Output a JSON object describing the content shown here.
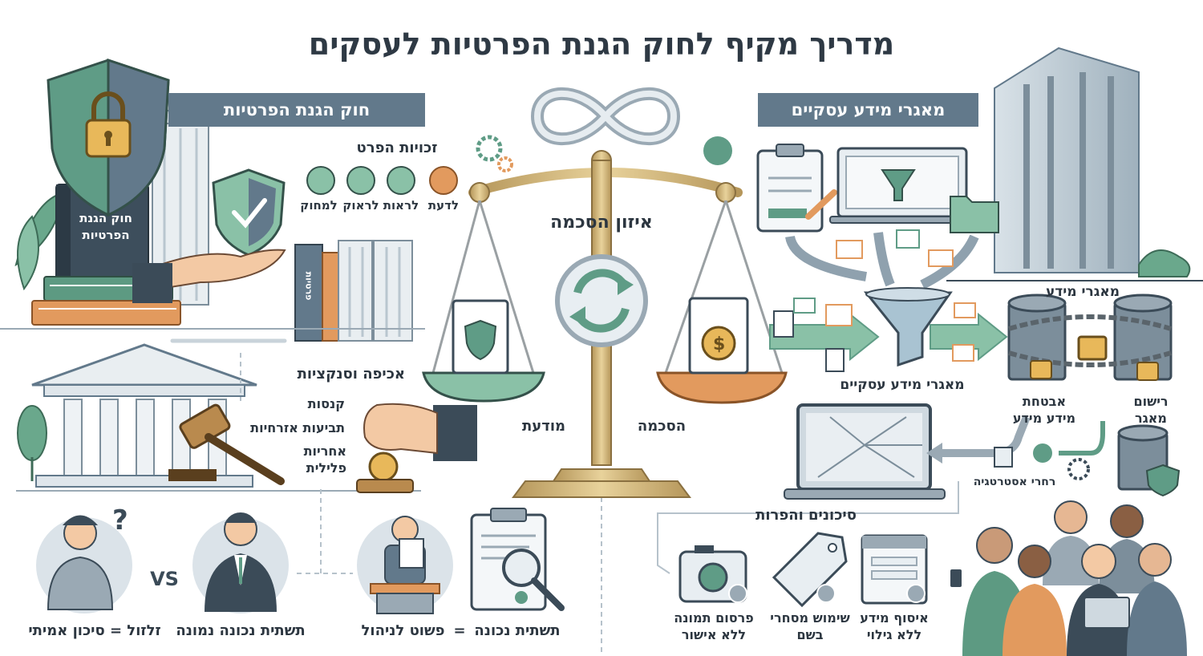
{
  "title": "מדריך מקיף לחוק הגנת הפרטיות לעסקים",
  "privacy_law": {
    "banner": "חוק הגנת הפרטיות",
    "book_label": "חוק הגנת הפרטיות",
    "spine_label": "פרטיות",
    "rights_title": "זכויות הפרט",
    "rights": [
      {
        "label": "לדעת",
        "icon": "hand-icon"
      },
      {
        "label": "לראות",
        "icon": "pencil-icon"
      },
      {
        "label": "לראוק",
        "icon": "eye-icon"
      },
      {
        "label": "למחוק",
        "icon": "person-icon"
      }
    ]
  },
  "enforcement": {
    "title": "אכיפה וסנקציות",
    "items": [
      "קנסות",
      "תביעות אזרחיות",
      "אחריות פלילית"
    ]
  },
  "comparison": {
    "left_caption": "זלזול = סיכון אמיתי",
    "vs": "VS",
    "right_caption": "תשתית נכונה נמונה",
    "simple_caption": "פשוט לניהול",
    "equals": "=",
    "infra_caption": "תשתית נכונה"
  },
  "center": {
    "title": "איזון הסכמה",
    "left_label": "מודעת",
    "right_label": "הסכמה"
  },
  "databases": {
    "banner": "מאגרי מידע עסקיים",
    "funnel_label": "מאגרי מידע עסקיים",
    "storage_title": "מאגרי מידע",
    "security_label": "אבטחת מידע מידע",
    "registration_label": "רישום מאגר",
    "scenario_label": "רחרי אסטרטגיה"
  },
  "risks": {
    "title": "סיכונים והפרות",
    "items": [
      {
        "label": "איסוף מידע ללא גילוי"
      },
      {
        "label": "שימוש מסחרי בשם"
      },
      {
        "label": "פרסום תמונה ללא אישור"
      }
    ]
  },
  "colors": {
    "slate": "#62798b",
    "dark": "#3b4b58",
    "teal": "#5f9c86",
    "mint": "#a8d3bf",
    "orange": "#e29a5e",
    "gold": "#d9ae58",
    "light": "#e8eef2",
    "line": "#c9d3da"
  }
}
